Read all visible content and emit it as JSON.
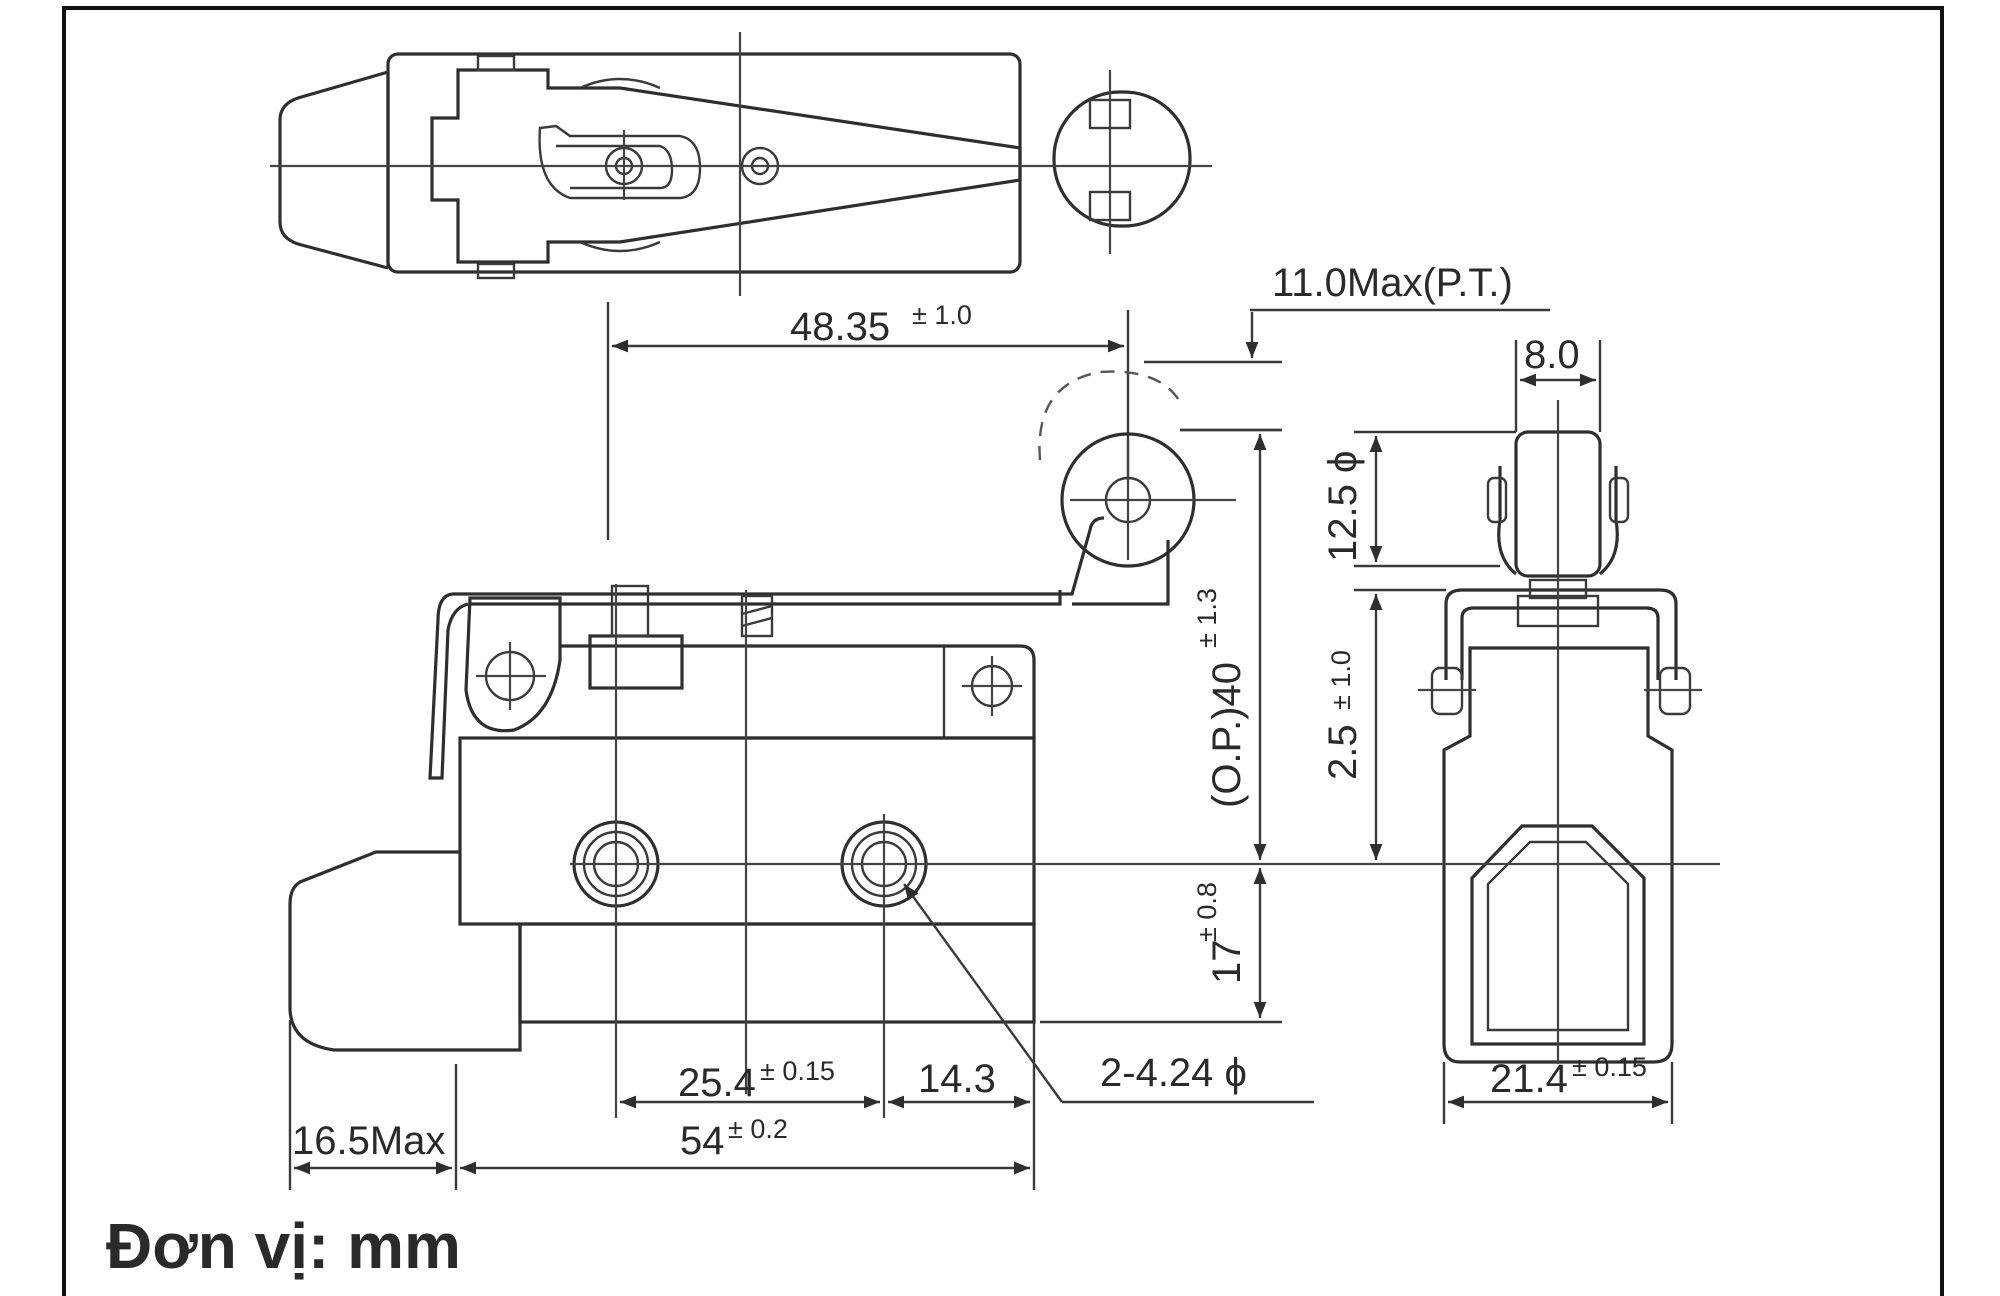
{
  "dimensions": {
    "pt_max": "11.0Max(P.T.)",
    "roller_to_mount": {
      "value": "48.35",
      "tol": "± 1.0"
    },
    "roller_width": "8.0",
    "roller_dia": "12.5 ϕ",
    "op_height": {
      "value": "(O.P.)40",
      "tol": "± 1.3"
    },
    "lever_offset": {
      "value": "2.5",
      "tol": "± 1.0"
    },
    "base_height": {
      "value": "17",
      "tol": "± 0.8"
    },
    "hole_spacing": {
      "value": "25.4",
      "tol": "± 0.15"
    },
    "hole_to_edge": "14.3",
    "hole_dia": "2-4.24 ϕ",
    "body_length": {
      "value": "54",
      "tol": "± 0.2"
    },
    "plunger_max": "16.5Max",
    "body_width": {
      "value": "21.4",
      "tol": "± 0.15"
    }
  },
  "unit_label": "Đơn vị: mm",
  "colors": {
    "unit_label": "#e05a6e",
    "line": "#2e2e2e",
    "frame": "#111111"
  }
}
